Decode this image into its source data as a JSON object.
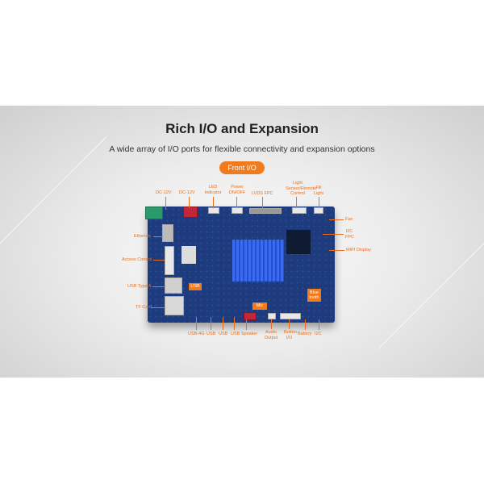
{
  "title": "Rich I/O and Expansion",
  "subtitle": "A wide array of I/O ports for flexible connectivity and expansion options",
  "section_pill": "Front I/O",
  "colors": {
    "accent": "#f07a1c",
    "board": "#1d3b7d",
    "heatsink": "#3a6af0"
  },
  "top_labels": [
    "DC-12V",
    "DC-12V",
    "LED Indicator",
    "Power ON/OFF",
    "LVDS FPC",
    "Light Sensor/Remote Control",
    "Fill Light"
  ],
  "right_labels": [
    "Fan",
    "I2C FPC",
    "MIPI Display"
  ],
  "left_labels": [
    "Ethernet",
    "Access Control",
    "USB Type A",
    "TF Card"
  ],
  "bottom_labels": [
    "USB-4G",
    "USB",
    "USB",
    "USB Speaker",
    "Audio Output",
    "Button I/O",
    "Battery",
    "I2C"
  ],
  "board_badges": {
    "usb": "USB",
    "mic": "Mic",
    "bluetooth": "Blue tooth"
  }
}
